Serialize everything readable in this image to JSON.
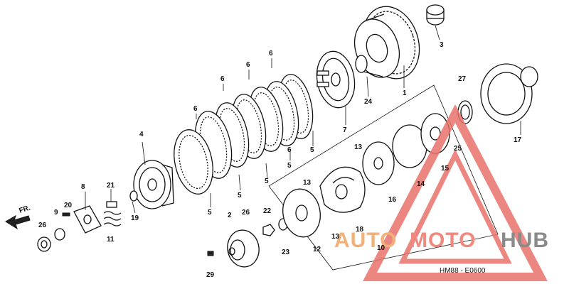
{
  "diagram": {
    "direction_label": "FR.",
    "drawing_code": "HM88 - E0600",
    "callouts": [
      {
        "id": "c1",
        "label": "1"
      },
      {
        "id": "c2",
        "label": "2"
      },
      {
        "id": "c3",
        "label": "3"
      },
      {
        "id": "c4",
        "label": "4"
      },
      {
        "id": "c5a",
        "label": "5"
      },
      {
        "id": "c5b",
        "label": "5"
      },
      {
        "id": "c5c",
        "label": "5"
      },
      {
        "id": "c5d",
        "label": "5"
      },
      {
        "id": "c5e",
        "label": "5"
      },
      {
        "id": "c6a",
        "label": "6"
      },
      {
        "id": "c6b",
        "label": "6"
      },
      {
        "id": "c6c",
        "label": "6"
      },
      {
        "id": "c6d",
        "label": "6"
      },
      {
        "id": "c6e",
        "label": "6"
      },
      {
        "id": "c7",
        "label": "7"
      },
      {
        "id": "c8",
        "label": "8"
      },
      {
        "id": "c8b",
        "label": "8"
      },
      {
        "id": "c9",
        "label": "9"
      },
      {
        "id": "c10",
        "label": "10"
      },
      {
        "id": "c11",
        "label": "11"
      },
      {
        "id": "c12",
        "label": "12"
      },
      {
        "id": "c13a",
        "label": "13"
      },
      {
        "id": "c13b",
        "label": "13"
      },
      {
        "id": "c13c",
        "label": "13"
      },
      {
        "id": "c14",
        "label": "14"
      },
      {
        "id": "c15",
        "label": "15"
      },
      {
        "id": "c16",
        "label": "16"
      },
      {
        "id": "c17",
        "label": "17"
      },
      {
        "id": "c18",
        "label": "18"
      },
      {
        "id": "c19",
        "label": "19"
      },
      {
        "id": "c20",
        "label": "20"
      },
      {
        "id": "c21",
        "label": "21"
      },
      {
        "id": "c22",
        "label": "22"
      },
      {
        "id": "c23",
        "label": "23"
      },
      {
        "id": "c24",
        "label": "24"
      },
      {
        "id": "c25",
        "label": "25"
      },
      {
        "id": "c26a",
        "label": "26"
      },
      {
        "id": "c26b",
        "label": "26"
      },
      {
        "id": "c27",
        "label": "27"
      },
      {
        "id": "c29",
        "label": "29"
      }
    ]
  },
  "watermark": {
    "part_a": "AUTO",
    "part_b": "MOTO",
    "part_c": "HUB",
    "triangle_color": "#e8736b",
    "text_color_a": "#f0b27a",
    "text_color_b": "#f08a80",
    "text_color_c": "#8a8a8a"
  }
}
